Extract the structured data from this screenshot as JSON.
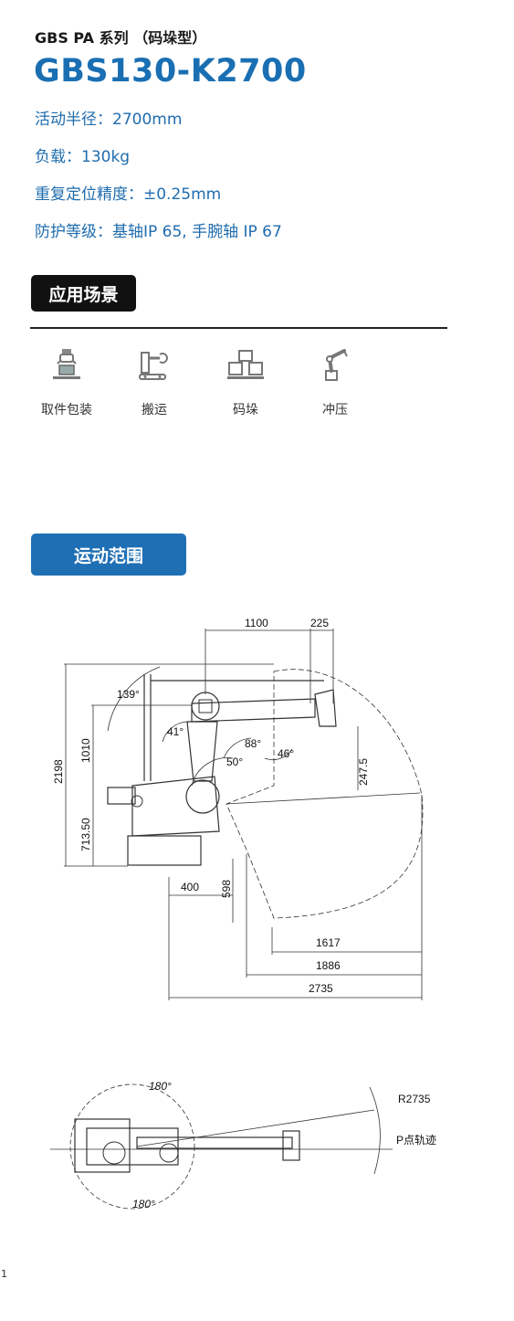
{
  "header": {
    "series": "GBS PA 系列 （码垛型）",
    "model": "GBS130-K2700"
  },
  "specs": {
    "reach": "活动半径：2700mm",
    "payload": "负载：130kg",
    "repeatability": "重复定位精度：±0.25mm",
    "protection": "防护等级：基轴IP 65, 手腕轴 IP 67"
  },
  "applications": {
    "title": "应用场景",
    "items": [
      {
        "label": "取件包装",
        "icon": "pick-pack-icon"
      },
      {
        "label": "搬运",
        "icon": "handling-icon"
      },
      {
        "label": "码垛",
        "icon": "palletizing-icon"
      },
      {
        "label": "冲压",
        "icon": "stamping-icon"
      }
    ]
  },
  "motion_range": {
    "title": "运动范围",
    "side_view": {
      "dims": {
        "d1100": "1100",
        "d225": "225",
        "d2198": "2198",
        "d1010": "1010",
        "d71350": "713.50",
        "d400": "400",
        "d598": "598",
        "d2475": "247.5",
        "d1617": "1617",
        "d1886": "1886",
        "d2735": "2735"
      },
      "angles": {
        "a139": "139°",
        "a41": "41°",
        "a88": "88°",
        "a50": "50°",
        "a46": "46°"
      }
    },
    "top_view": {
      "angle_top": "180°",
      "angle_bottom": "180°",
      "radius": "R2735",
      "path_label": "P点轨迹"
    }
  },
  "page_number": "1",
  "colors": {
    "accent_blue": "#1f6fb5",
    "text_blue": "#1f6cae",
    "tag_dark": "#111111"
  }
}
